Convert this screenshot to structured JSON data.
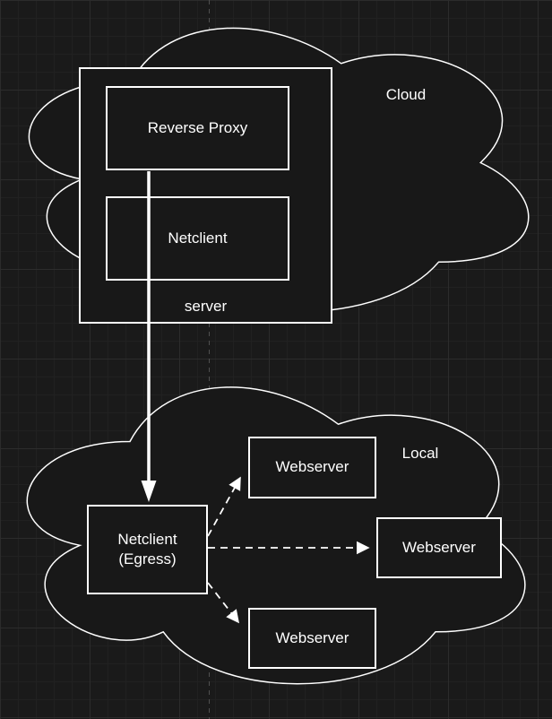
{
  "colors": {
    "canvas_background": "#1a1a1a",
    "grid_minor": "#212121",
    "grid_major": "#2c2c2c",
    "shape_fill": "#181818",
    "shape_stroke": "#ffffff",
    "text": "#ffffff",
    "guide_line": "#4f4f4f"
  },
  "clouds": {
    "top": {
      "label": "Cloud"
    },
    "bottom": {
      "label": "Local"
    }
  },
  "nodes": {
    "server_group": {
      "label": "server"
    },
    "reverse_proxy": {
      "label": "Reverse Proxy"
    },
    "netclient": {
      "label": "Netclient"
    },
    "netclient_egress": {
      "line1": "Netclient",
      "line2": "(Egress)"
    },
    "webserver_top": {
      "label": "Webserver"
    },
    "webserver_right": {
      "label": "Webserver"
    },
    "webserver_bottom": {
      "label": "Webserver"
    }
  }
}
